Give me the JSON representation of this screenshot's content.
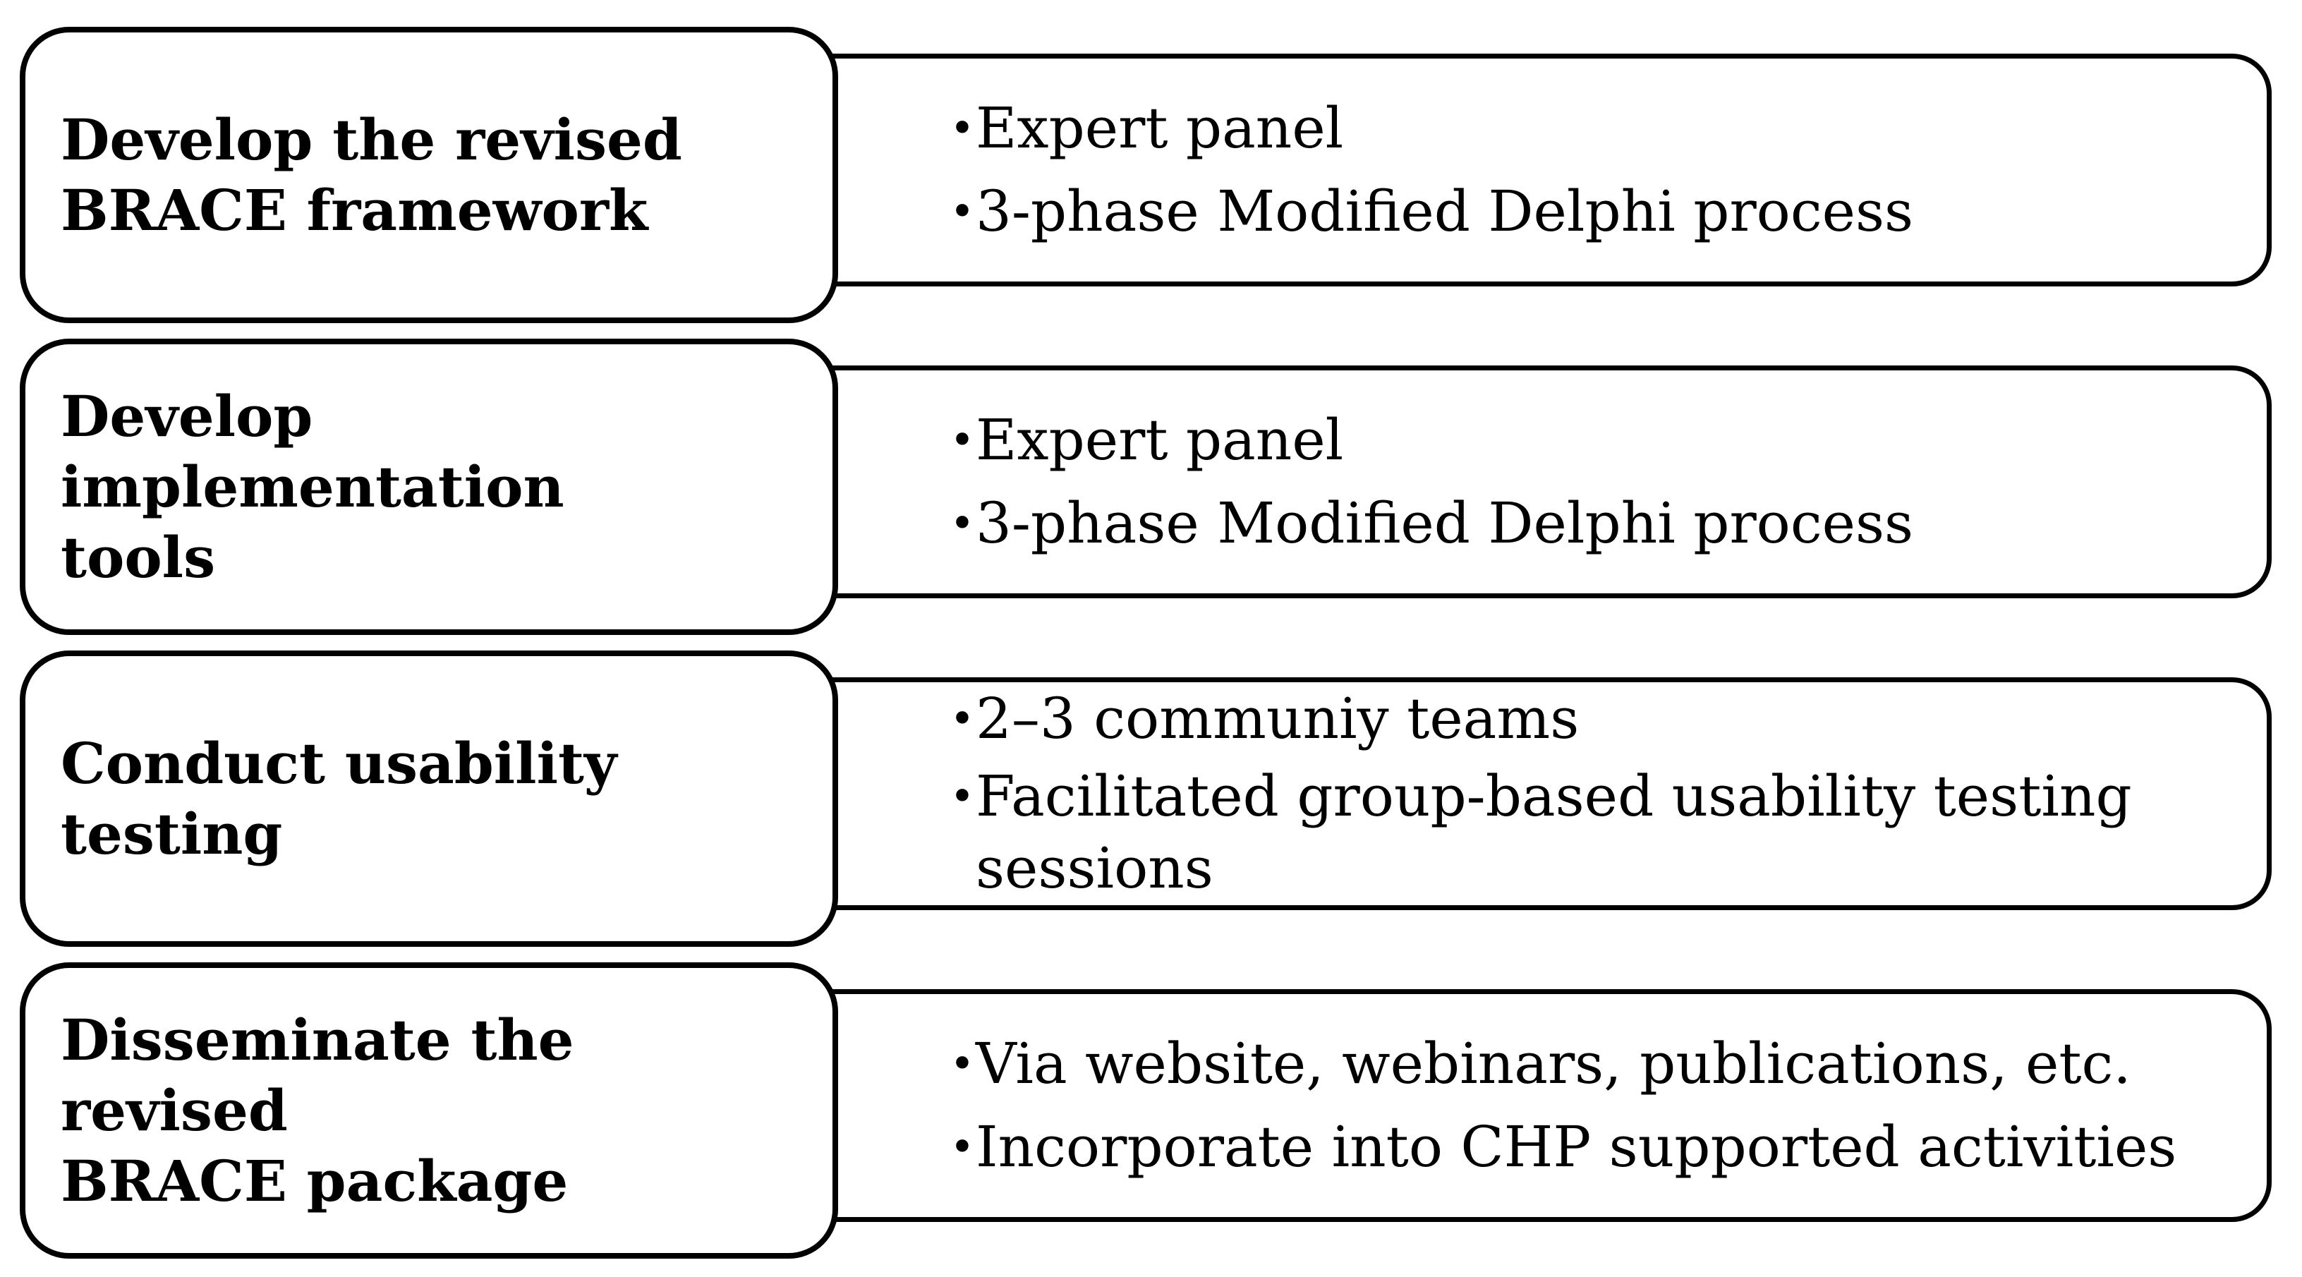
{
  "steps": [
    {
      "title": "Develop the revised\nBRACE framework",
      "bullets": [
        "Expert panel",
        "3-phase Modified Delphi process"
      ]
    },
    {
      "title": "Develop implementation\ntools",
      "bullets": [
        "Expert panel",
        "3-phase Modified Delphi process"
      ]
    },
    {
      "title": "Conduct usability testing",
      "bullets": [
        "2–3 communiy teams",
        "Facilitated group-based usability testing sessions"
      ]
    },
    {
      "title": "Disseminate the revised\nBRACE package",
      "bullets": [
        "Via website, webinars, publications, etc.",
        "Incorporate into CHP supported activities"
      ]
    }
  ],
  "bullet_symbol": "•",
  "colors": {
    "stroke": "#000000",
    "background": "#ffffff"
  }
}
